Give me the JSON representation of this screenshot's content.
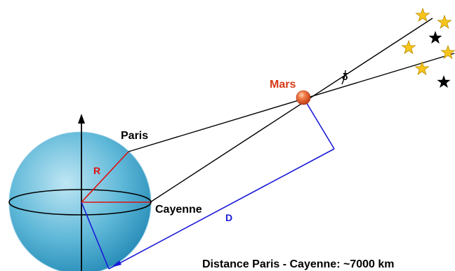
{
  "labels": {
    "paris": "Paris",
    "cayenne": "Cayenne",
    "mars": "Mars",
    "radius": "R",
    "distance": "D",
    "delta": "δ",
    "caption": "Distance Paris - Cayenne: ~7000 km"
  },
  "colors": {
    "earth_light": "#bfe6f4",
    "earth_mid": "#5fb8d8",
    "earth_dark": "#1f86b3",
    "mars_red": "#d63a17",
    "radius_red": "#e01010",
    "distance_blue": "#1a1ad8",
    "star_yellow": "#f7c41a",
    "star_black": "#000000",
    "line_black": "#000000"
  },
  "icons": [
    "earth-sphere",
    "mars-planet",
    "star-yellow",
    "star-black",
    "up-arrow"
  ]
}
